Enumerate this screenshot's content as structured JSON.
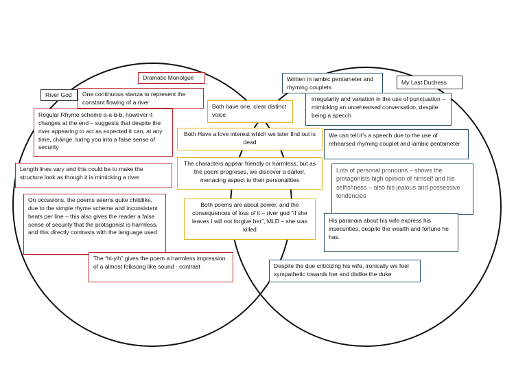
{
  "labels": {
    "left_title": "River God",
    "right_title": "My Last Duchess",
    "top_title": "Dramatic Monolgue"
  },
  "left_boxes": [
    "One continuous stanza to represent the constant flowing of a river",
    "Regular Rhyme scheme a-a-b-b, however it changes at the end – suggests that despite the river appearing to act as expected it can, at any time, change, luring you into a false sense of security",
    "Length lines vary and this could be to make the structure look as though it is mimicking a river",
    "On occasions, the poems seems quite childlike, due to the simple rhyme scheme and inconsistent beats per line – this also gives the reader a false sense of security that the protagonist is harmless, and this directly contrasts with the language used",
    "The “hi-yih” gives the poem a harmless impression of a almost folksong like sound - contrast"
  ],
  "middle_boxes": [
    "Both have one, clear distinct voice",
    "Both Have a love interest which we later find out is dead",
    "The characters appear friendly or harmless, but as the poem progreses, we discover a darker, menacing aspect to their personalities",
    "Both poems are about power, and the consequences of loss of it – river god “if she leaves I will not forgive her”, MLD – she was killed"
  ],
  "right_boxes": [
    "Written in iambic pentameter and rhyming couplets",
    "irregularity and variation in the use of punctuation – mimicking an unrehearsed conversation, despite being a specch",
    "We can tell it’s a speech due to the use of rehearsed rhyming couplet and iambic pentameter",
    "Lots of personal pronouns – shows the protagonists high opinion of himself and his selfishness – also his jealous and possessive tendencies",
    "His paranoia about his wife express his insecurities, despite the wealth and fortune he has.",
    "Despite the due criticizing his wife, ironically we feel sympathetic towards her and dislike the duke"
  ],
  "colors": {
    "left_border": "#c0272d",
    "middle_border": "#e3b51c",
    "right_border": "#2c4f6b",
    "circle_stroke": "#111111"
  }
}
